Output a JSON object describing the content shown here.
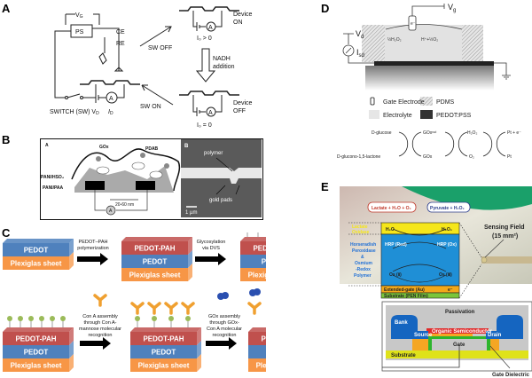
{
  "panels": {
    "A": {
      "label": "A",
      "vg": "V",
      "vg_sub": "G",
      "ps": "PS",
      "ce": "CE",
      "re": "RE",
      "sw_off": "SW  OFF",
      "sw_on": "SW  ON",
      "switch": "SWITCH (SW) V",
      "switch_sub": "D",
      "id": "I",
      "id_sub": "D",
      "device_on": [
        "Device",
        "ON"
      ],
      "device_off": [
        "Device",
        "OFF"
      ],
      "id_gt": "I₀ > 0",
      "id_eq": "I₀ = 0",
      "nadh": [
        "NADH",
        "addition"
      ],
      "ammeter": "A"
    },
    "B": {
      "label": "B",
      "sub_a": "A",
      "sub_b": "B",
      "gox": "GOx",
      "pdab": "PDAB",
      "pani_hso": "PANI/HSO₄",
      "pani_paa": "PANI/PAA",
      "gap": "20-60 nm",
      "ammeter": "A",
      "polymer": "polymer",
      "gold_pads": "gold pads",
      "scale": "1 µm"
    },
    "C": {
      "label": "C",
      "layers": {
        "top": "PEDOT-PAH",
        "mid": "PEDOT",
        "base": "Plexiglas sheet"
      },
      "steps": [
        [
          "PEDOT–PAH",
          "polymerization"
        ],
        [
          "Glycosylation",
          "via DVS"
        ],
        [
          "Con A assembly",
          "through Con A-",
          "mannose molecular",
          "recognition"
        ],
        [
          "GOx assembly",
          "through  GOx-",
          "Con A molecular",
          "recognition"
        ]
      ],
      "colors": {
        "top": "#c0504d",
        "mid": "#4f81bd",
        "base": "#f79646",
        "sugar": "#9bbb59",
        "cona": "#f0a030",
        "gox": "#2a4fb0"
      }
    },
    "D": {
      "label": "D",
      "vg": "V",
      "vg_sub": "g",
      "vd": "V",
      "vd_sub": "d",
      "isd": "I",
      "isd_sub": "sd",
      "reaction_left": "½H₂O₂",
      "reaction_right": "H⁺+½O₂",
      "electron": "e⁻",
      "legend": [
        {
          "icon": "gate-electrode",
          "label": "Gate Electrode"
        },
        {
          "icon": "pdms",
          "label": "PDMS"
        },
        {
          "icon": "electrolyte",
          "label": "Electrolyte"
        },
        {
          "icon": "pedot-pss",
          "label": "PEDOT:PSS"
        }
      ],
      "scheme": {
        "top": [
          "D-glucose",
          "GOxʳᵉᵈ",
          "H₂O₂",
          "Pt + e⁻"
        ],
        "bottom": [
          "D-glucono-1,5-lactone",
          "GOx",
          "O₂",
          "Pt"
        ]
      }
    },
    "E": {
      "label": "E",
      "lactate": "Lactate + H₂O + O₂",
      "pyruvate": "Pyruvate + H₂O₂",
      "lactate_oxidase": [
        "Lactate",
        "Oxidase"
      ],
      "hrp_label": [
        "Horseradish",
        "Peroxidase",
        "&",
        "Osmium",
        "-Redox",
        "Polymer"
      ],
      "h2o": "H₂O",
      "h2o2": "H₂O₂",
      "hrp_red": "HRP (Red)",
      "hrp_ox": "HRP (Ox)",
      "os2": "Os (Ⅱ)",
      "os3": "Os (Ⅲ)",
      "extended_gate": "Extended-gate (Au)",
      "substrate_pen": "Substrate (PEN Film)",
      "electron": "e⁻",
      "sensing_field": "Sensing Field",
      "sensing_area": "(15 mm²)",
      "cross_section": {
        "passivation": "Passivation",
        "bank": "Bank",
        "source": "Source",
        "semiconductor": "Organic Semiconductor",
        "drain": "Drain",
        "gate": "Gate",
        "substrate": "Substrate",
        "gate_dielectric": "Gate Dielectric"
      }
    }
  }
}
